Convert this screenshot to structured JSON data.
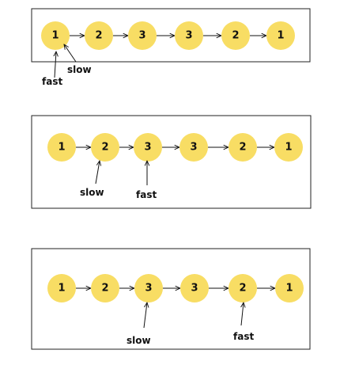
{
  "colors": {
    "node_fill": "#f8dd64",
    "ink": "#111111",
    "frame": "#222222"
  },
  "panels": [
    {
      "nodes": [
        "1",
        "2",
        "3",
        "3",
        "2",
        "1"
      ],
      "pointers": [
        {
          "label": "fast",
          "node_index": 0
        },
        {
          "label": "slow",
          "node_index": 0
        }
      ]
    },
    {
      "nodes": [
        "1",
        "2",
        "3",
        "3",
        "2",
        "1"
      ],
      "pointers": [
        {
          "label": "slow",
          "node_index": 1
        },
        {
          "label": "fast",
          "node_index": 2
        }
      ]
    },
    {
      "nodes": [
        "1",
        "2",
        "3",
        "3",
        "2",
        "1"
      ],
      "pointers": [
        {
          "label": "slow",
          "node_index": 2
        },
        {
          "label": "fast",
          "node_index": 4
        }
      ]
    }
  ]
}
